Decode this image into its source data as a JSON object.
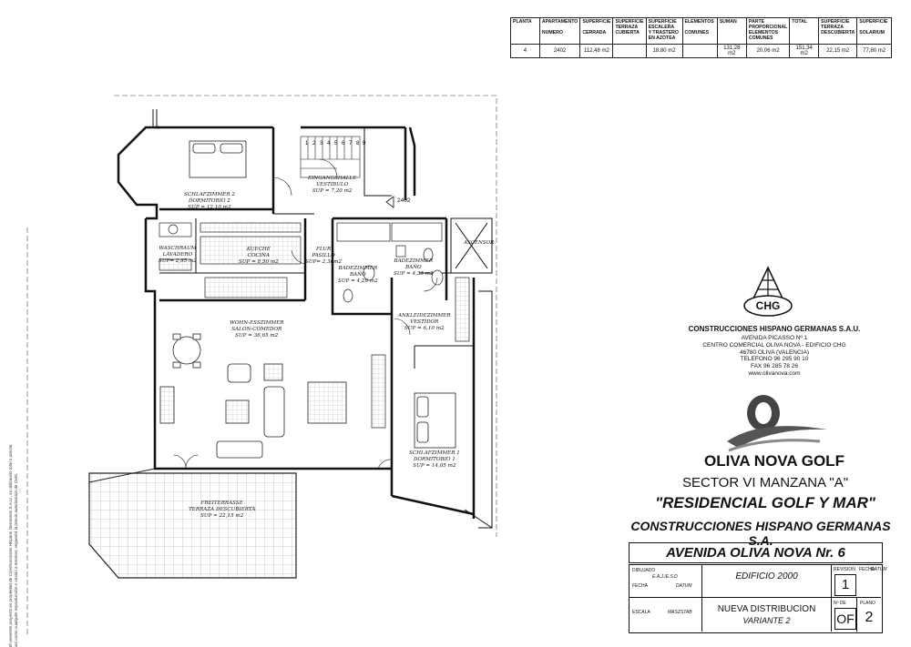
{
  "area_table": {
    "headers": [
      "PLANTA",
      "APARTAMENTO\n\nNUMERO",
      "SUPERFICIE\n\nCERRADA",
      "SUPERFICIE\nTERRAZA\nCUBIERTA",
      "SUPERFICIE\nESCALERA\nY TRASTERO\nEN AZOTEA",
      "ELEMENTOS\n\nCOMUNES",
      "SUMAN",
      "PARTE\nPROPORCIONAL\nELEMENTOS\nCOMUNES",
      "TOTAL",
      "SUPERFICIE\nTERRAZA\nDESCUBIERTA",
      "SUPERFICIE\n\nSOLARIUM"
    ],
    "values": [
      "4",
      "2402",
      "112,48 m2",
      "",
      "18,80 m2",
      "",
      "131,28 m2",
      "20,06 m2",
      "151,34 m2",
      "22,15 m2",
      "77,80 m2"
    ]
  },
  "rooms": {
    "schlaf2": {
      "l1": "SCHLAFZIMMER 2",
      "l2": "DORMITORIO 2",
      "l3": "SUP = 12,10 m2"
    },
    "eingang": {
      "l1": "EINGANGSHALLE",
      "l2": "VESTIBULO",
      "l3": "SUP = 7,20 m2"
    },
    "apt_marker": "2402",
    "wasch": {
      "l1": "WASCHRAUM",
      "l2": "LAVADERO",
      "l3": "SUP= 2,95 m2"
    },
    "kueche": {
      "l1": "KUECHE",
      "l2": "COCINA",
      "l3": "SUP = 8,50 m2"
    },
    "flur": {
      "l1": "FLUR",
      "l2": "PASILLO",
      "l3": "SUP= 2,30m2"
    },
    "bad2": {
      "l1": "BADEZIMMER",
      "l2": "BAÑO",
      "l3": "SUP = 4,20 m2"
    },
    "bad1": {
      "l1": "BADEZIMMER",
      "l2": "BAÑO",
      "l3": "SUP = 4,35 m2"
    },
    "ascensor": "ASCENSOR",
    "wohn": {
      "l1": "WOHN-ESSZIMMER",
      "l2": "SALON-COMEDOR",
      "l3": "SUP = 36,65 m2"
    },
    "ankleide": {
      "l1": "ANKLEIDEZIMMER",
      "l2": "VESTIDOR",
      "l3": "SUP = 6,10 m2"
    },
    "schlaf1": {
      "l1": "SCHLAFZIMMER 1",
      "l2": "DORMITORIO 1",
      "l3": "SUP = 14,05 m2"
    },
    "terrasse": {
      "l1": "FREITERRASSE",
      "l2": "TERRAZA DESCUBIERTA",
      "l3": "SUP = 22,15 m2"
    },
    "stairs": [
      "1",
      "2",
      "3",
      "4",
      "5",
      "6",
      "7",
      "8",
      "9"
    ]
  },
  "company": {
    "logo": "CHG",
    "name": "CONSTRUCCIONES HISPANO GERMANAS S.A.U.",
    "address": [
      "AVENIDA PICASSO Nº 1",
      "CENTRO COMERCIAL OLIVA NOVA - EDIFICIO CHG",
      "46780 OLIVA (VALENCIA)",
      "TELEFONO 96 295 90 10",
      "FAX 96 285 78 26",
      "www.olivanova.com"
    ]
  },
  "golf": "OLIVA NOVA GOLF",
  "project": {
    "sector": "SECTOR VI   MANZANA \"A\"",
    "name": "\"RESIDENCIAL GOLF Y MAR\"",
    "builder": "CONSTRUCCIONES HISPANO GERMANAS S.A.",
    "street": "AVENIDA OLIVA NOVA  Nr. 6"
  },
  "title_block": {
    "dibujado_label": "DIBUJADO",
    "dibujado_value": "E.A.J./E.S.D",
    "fecha_label": "FECHA",
    "datum_label": "DATUM",
    "escala_label": "ESCALA",
    "maszstab_label": "MASZSTAB",
    "edificio": "EDIFICIO 2000",
    "plan_title": "NUEVA DISTRIBUCION",
    "plan_variant": "VARIANTE 2",
    "revision_label": "REVISION",
    "revision_fecha": "FECHA",
    "revision_datum": "DATUM",
    "revision_value": "1",
    "no_de_label": "Nº DE",
    "plano_label": "PLANO",
    "of_value": "OF",
    "plano_value": "2"
  },
  "copyright": "El presente proyecto es propiedad de Construcciones Hispano Germanas S.A.U., su utilización total o parcial, así como cualquier reproducción o cesión a terceros, requerirá la previa autorización de CHG."
}
